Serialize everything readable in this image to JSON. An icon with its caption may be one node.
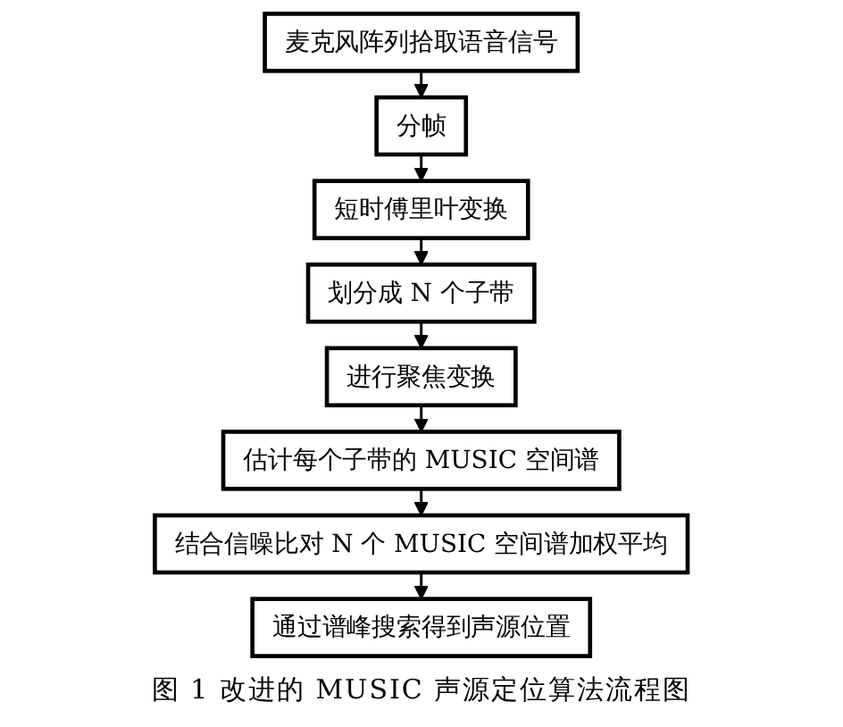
{
  "diagram": {
    "caption": "图 1 改进的 MUSIC 声源定位算法流程图",
    "nodes": [
      {
        "text": [
          "麦克风阵列拾取语音信号"
        ]
      },
      {
        "text": [
          "分帧"
        ]
      },
      {
        "text": [
          "短时傅里叶变换"
        ]
      },
      {
        "text": [
          "划分成 N 个子带"
        ]
      },
      {
        "text": [
          "进行聚焦变换"
        ]
      },
      {
        "text": [
          "估计每个子带的 MUSIC 空间谱"
        ]
      },
      {
        "text": [
          "结合信噪比对 N 个 MUSIC 空间谱加权平均"
        ]
      },
      {
        "text": [
          "通过谱峰搜索得到声源位置"
        ]
      }
    ],
    "edges": [
      {
        "from": 0,
        "to": 1,
        "arrow": "to"
      },
      {
        "from": 1,
        "to": 2,
        "arrow": "to"
      },
      {
        "from": 2,
        "to": 3,
        "arrow": "to"
      },
      {
        "from": 3,
        "to": 4,
        "arrow": "to"
      },
      {
        "from": 4,
        "to": 5,
        "arrow": "to"
      },
      {
        "from": 5,
        "to": 6,
        "arrow": "to"
      },
      {
        "from": 6,
        "to": 7,
        "arrow": "to"
      }
    ]
  }
}
